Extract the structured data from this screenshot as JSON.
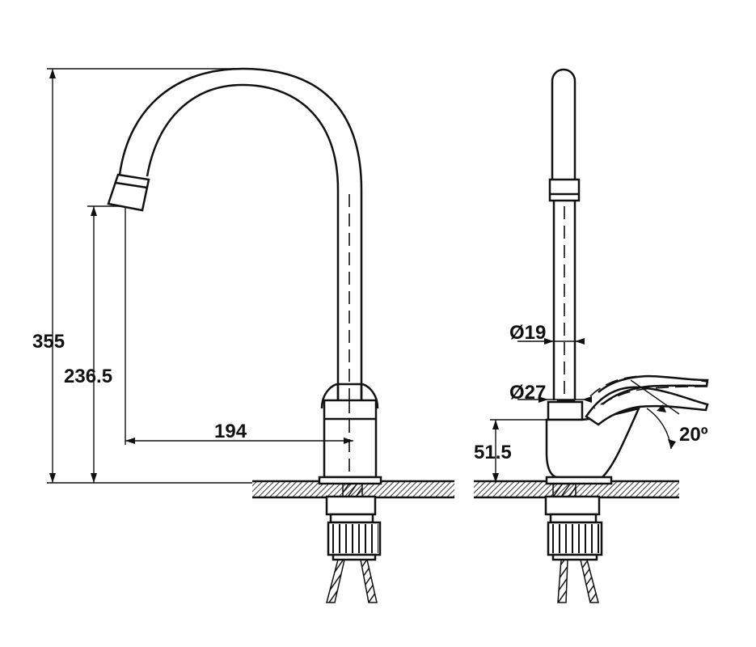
{
  "dimensions": {
    "total_height": "355",
    "spout_height": "236.5",
    "spout_reach": "194",
    "spout_diameter": "Ø19",
    "body_diameter": "Ø27",
    "handle_height": "51.5",
    "handle_angle": "20º"
  },
  "colors": {
    "line": "#111111",
    "background": "#ffffff",
    "counter_hatch": "#333333"
  }
}
